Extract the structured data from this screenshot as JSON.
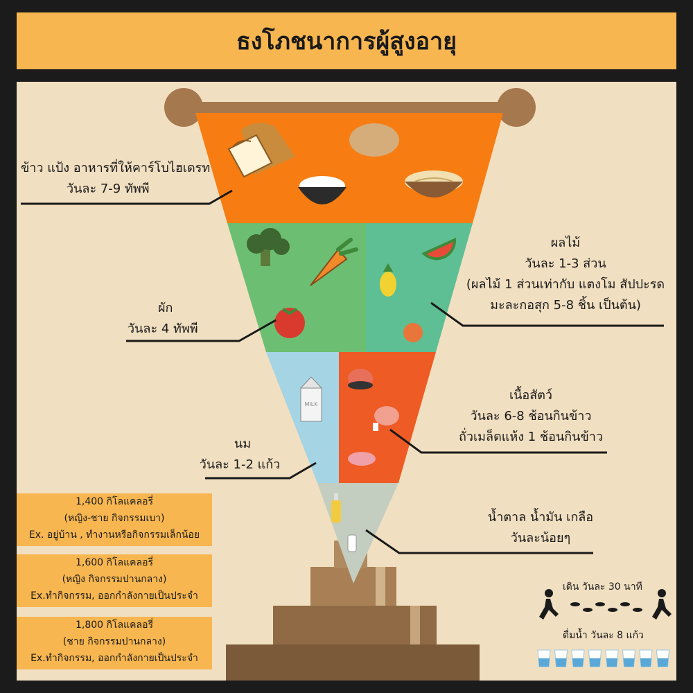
{
  "title": "ธงโภชนาการผู้สูงอายุ",
  "groups": {
    "grains": {
      "name": "ข้าว แป้ง อาหารที่ให้คาร์โบไฮเดรท",
      "amount": "วันละ 7-9 ทัพพี",
      "color": "#f77d12"
    },
    "vegetables": {
      "name": "ผัก",
      "amount": "วันละ 4 ทัพพี",
      "color": "#6cbf72"
    },
    "fruits": {
      "name": "ผลไม้",
      "amount": "วันละ 1-3 ส่วน",
      "note1": "(ผลไม้ 1 ส่วนเท่ากับ แตงโม สัปปะรด",
      "note2": "มะละกอสุก 5-8 ชิ้น เป็นต้น)",
      "color": "#5dbf93"
    },
    "milk": {
      "name": "นม",
      "amount": "วันละ 1-2 แก้ว",
      "color": "#a5d4e4"
    },
    "meat": {
      "name": "เนื้อสัตว์",
      "amount": "วันละ 6-8 ช้อนกินข้าว",
      "note": "ถั่วเมล็ดแห้ง 1 ช้อนกินข้าว",
      "color": "#ee5b24"
    },
    "sugar": {
      "name": "น้ำตาล น้ำมัน เกลือ",
      "amount": "วันละน้อยๆ",
      "color": "#c4cec0"
    }
  },
  "food_icons": [
    "bread-icon",
    "potato-icon",
    "rice-bowl-icon",
    "noodle-bowl-icon",
    "broccoli-icon",
    "carrot-icon",
    "tomato-icon",
    "watermelon-icon",
    "pineapple-icon",
    "apple-icon",
    "milk-carton-icon",
    "salmon-icon",
    "chicken-leg-icon",
    "raw-meat-icon",
    "oil-bottle-icon",
    "salt-shaker-icon"
  ],
  "milk_carton_text": "MILK",
  "calories": [
    {
      "kcal": "1,400 กิโลแคลอรี่",
      "who": "(หญิง-ชาย กิจกรรมเบา)",
      "ex": "Ex. อยู่บ้าน , ทำงานหรือกิจกรรมเล็กน้อย"
    },
    {
      "kcal": "1,600 กิโลแคลอรี่",
      "who": "(หญิง กิจกรรมปานกลาง)",
      "ex": "Ex.ทำกิจกรรม, ออกกำลังกายเป็นประจำ"
    },
    {
      "kcal": "1,800 กิโลแคลอรี่",
      "who": "(ชาย กิจกรรมปานกลาง)",
      "ex": "Ex.ทำกิจกรรม, ออกกำลังกายเป็นประจำ"
    }
  ],
  "walk": "เดิน วันละ 30 นาที",
  "water": "ดื่มน้ำ วันละ 8 แก้ว",
  "water_glasses": 8,
  "colors": {
    "background": "#f1dfc1",
    "title_bar": "#f7b650",
    "pole": "#a5784e",
    "base_dark": "#7b5a3a",
    "base_mid": "#8f6a45",
    "base_light": "#a98055"
  }
}
